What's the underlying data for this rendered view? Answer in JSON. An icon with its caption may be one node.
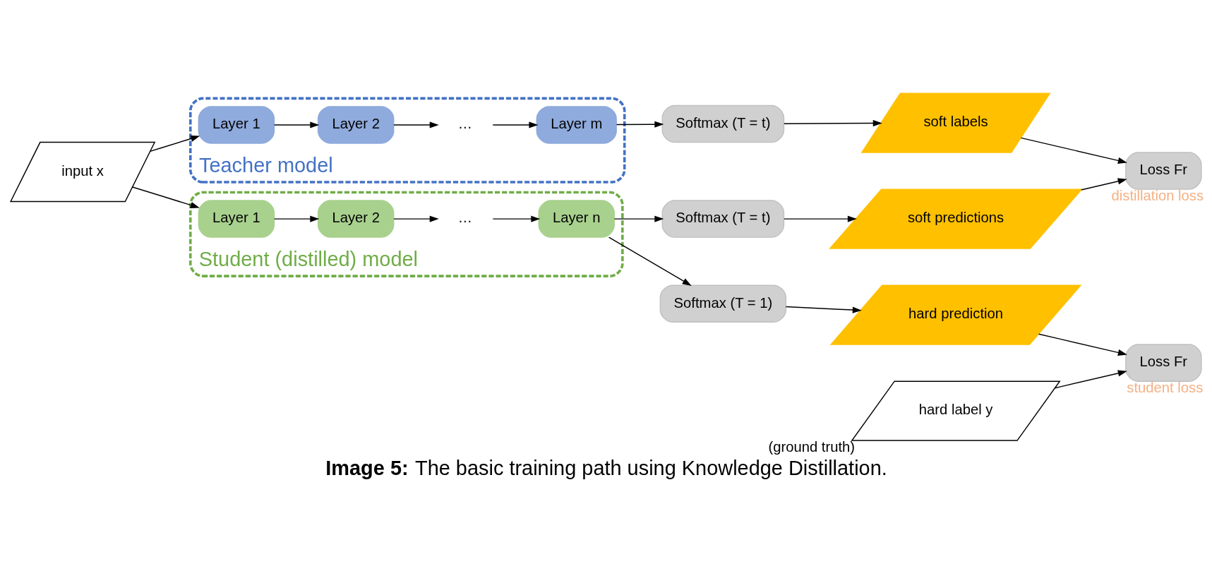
{
  "diagram": {
    "caption": "**Image 5:** The basic training path using Knowledge Distillation.",
    "nodes": [
      {
        "text": [
          "input x"
        ]
      },
      {
        "text": [
          "Teacher model"
        ]
      },
      {
        "text": [
          "Layer 1"
        ],
        "in": 1
      },
      {
        "text": [
          "Layer 2"
        ],
        "in": 1
      },
      {
        "text": [
          "…"
        ],
        "in": 1
      },
      {
        "text": [
          "Layer m"
        ],
        "in": 1
      },
      {
        "text": [
          "Student (distilled) model"
        ]
      },
      {
        "text": [
          "Layer 1"
        ],
        "in": 6
      },
      {
        "text": [
          "Layer 2"
        ],
        "in": 6
      },
      {
        "text": [
          "…"
        ],
        "in": 6
      },
      {
        "text": [
          "Layer n"
        ],
        "in": 6
      },
      {
        "text": [
          "Softmax (T = t)"
        ]
      },
      {
        "text": [
          "soft labels"
        ]
      },
      {
        "text": [
          "Loss Fr"
        ],
        "beside": [
          "distillation loss"
        ]
      },
      {
        "text": [
          "Softmax (T = t)"
        ]
      },
      {
        "text": [
          "soft predictions"
        ]
      },
      {
        "text": [
          "Softmax (T = 1)"
        ]
      },
      {
        "text": [
          "hard prediction"
        ]
      },
      {
        "text": [
          "Loss Fr"
        ],
        "beside": [
          "student loss"
        ]
      },
      {
        "text": [
          "hard label y"
        ],
        "beside": [
          "(ground truth)"
        ]
      }
    ],
    "edges": [
      {
        "from": 0,
        "to": 2,
        "arrow": "to"
      },
      {
        "from": 2,
        "to": 3,
        "arrow": "to"
      },
      {
        "from": 3,
        "to": 4,
        "arrow": "to"
      },
      {
        "from": 4,
        "to": 5,
        "arrow": "to"
      },
      {
        "from": 0,
        "to": 7,
        "arrow": "to"
      },
      {
        "from": 7,
        "to": 8,
        "arrow": "to"
      },
      {
        "from": 8,
        "to": 9,
        "arrow": "to"
      },
      {
        "from": 9,
        "to": 10,
        "arrow": "to"
      },
      {
        "from": 5,
        "to": 11,
        "arrow": "to"
      },
      {
        "from": 11,
        "to": 12,
        "arrow": "to"
      },
      {
        "from": 12,
        "to": 13,
        "arrow": "to"
      },
      {
        "from": 10,
        "to": 14,
        "arrow": "to"
      },
      {
        "from": 14,
        "to": 15,
        "arrow": "to"
      },
      {
        "from": 15,
        "to": 13,
        "arrow": "to"
      },
      {
        "from": 10,
        "to": 16,
        "arrow": "to"
      },
      {
        "from": 16,
        "to": 17,
        "arrow": "to"
      },
      {
        "from": 17,
        "to": 18,
        "arrow": "to"
      },
      {
        "from": 19,
        "to": 18,
        "arrow": "to"
      }
    ]
  }
}
